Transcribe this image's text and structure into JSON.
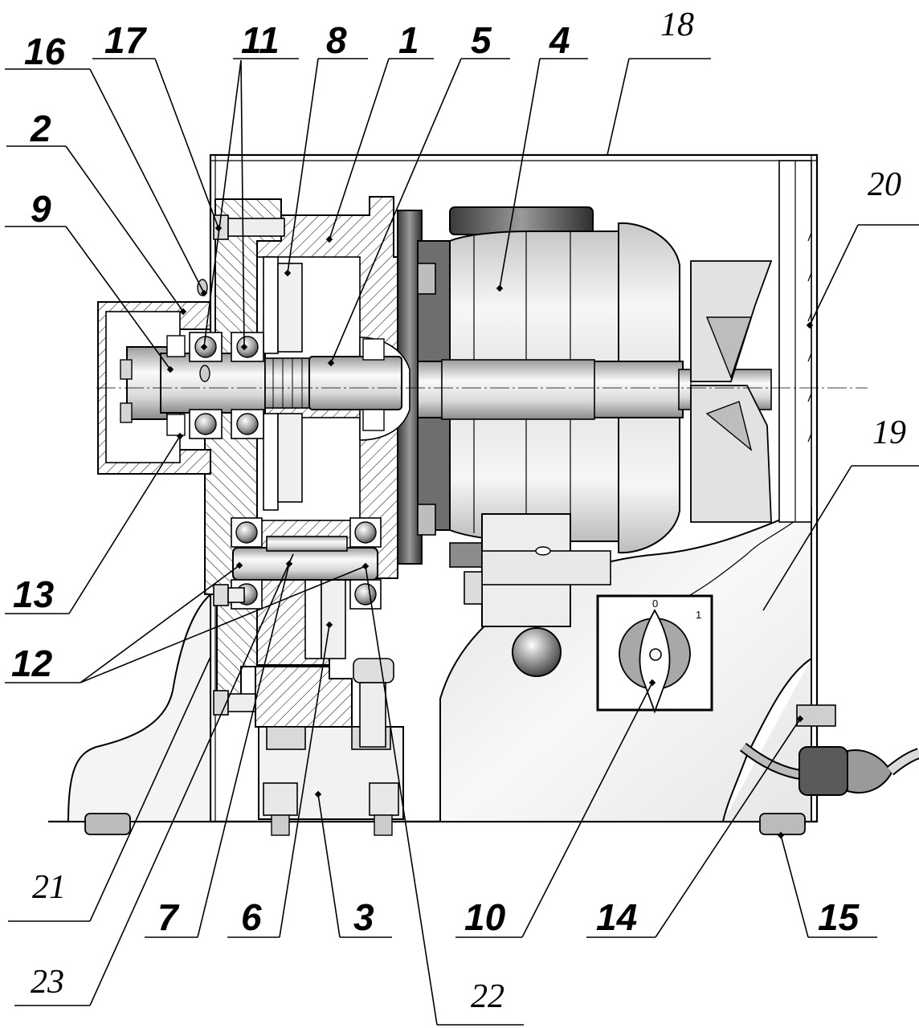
{
  "labels": [
    {
      "n": "16"
    },
    {
      "n": "17"
    },
    {
      "n": "11"
    },
    {
      "n": "8"
    },
    {
      "n": "1"
    },
    {
      "n": "5"
    },
    {
      "n": "4"
    },
    {
      "n": "18"
    },
    {
      "n": "2"
    },
    {
      "n": "9"
    },
    {
      "n": "20"
    },
    {
      "n": "19"
    },
    {
      "n": "13"
    },
    {
      "n": "12"
    },
    {
      "n": "21"
    },
    {
      "n": "23"
    },
    {
      "n": "7"
    },
    {
      "n": "6"
    },
    {
      "n": "3"
    },
    {
      "n": "10"
    },
    {
      "n": "14"
    },
    {
      "n": "15"
    },
    {
      "n": "22"
    }
  ],
  "switch": {
    "off": "0",
    "on": "1"
  }
}
